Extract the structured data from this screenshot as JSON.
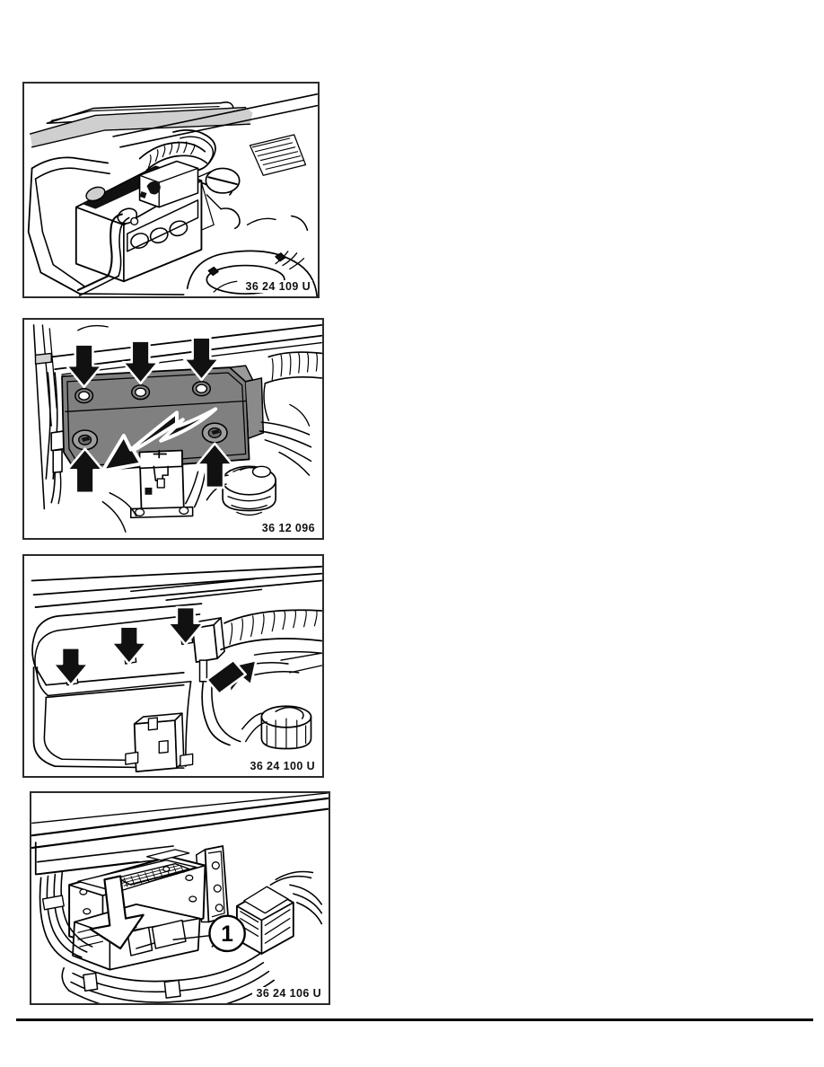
{
  "page": {
    "background_color": "#ffffff",
    "text_color": "#111111",
    "rule_color": "#000000"
  },
  "figures": [
    {
      "id": "fig-1",
      "name": "battery-in-trunk-illustration",
      "caption": "36 24 109 U",
      "description": "Line drawing of vehicle trunk area with battery, wiper arm and hose",
      "colors": {
        "line": "#000000",
        "shade": "#c8c8c8",
        "fill": "#ffffff"
      },
      "callouts": [],
      "arrows": []
    },
    {
      "id": "fig-2",
      "name": "control-module-bracket-illustration",
      "caption": "36 12 096",
      "description": "Grey mounting bracket panel with five fastener points indicated by arrows and a removal direction arrow",
      "colors": {
        "line": "#000000",
        "shade": "#808080",
        "fill": "#ffffff"
      },
      "callouts": [],
      "arrows": [
        {
          "name": "arrow-down-1",
          "direction": "down"
        },
        {
          "name": "arrow-down-2",
          "direction": "down"
        },
        {
          "name": "arrow-down-3",
          "direction": "down"
        },
        {
          "name": "arrow-up-1",
          "direction": "up"
        },
        {
          "name": "arrow-up-2",
          "direction": "up"
        },
        {
          "name": "arrow-removal-direction",
          "direction": "down-left"
        }
      ]
    },
    {
      "id": "fig-3",
      "name": "wiring-harness-clips-illustration",
      "caption": "36 24 100 U",
      "description": "Trunk wall with three harness clips marked by down arrows and one connector marked by a left arrow",
      "colors": {
        "line": "#000000",
        "shade": "#c8c8c8",
        "fill": "#ffffff"
      },
      "callouts": [],
      "arrows": [
        {
          "name": "arrow-down-1",
          "direction": "down"
        },
        {
          "name": "arrow-down-2",
          "direction": "down"
        },
        {
          "name": "arrow-down-3",
          "direction": "down"
        },
        {
          "name": "arrow-left-connector",
          "direction": "up-left"
        }
      ]
    },
    {
      "id": "fig-4",
      "name": "control-unit-connector-illustration",
      "caption": "36 24 106 U",
      "description": "Control unit in bracket with wiring loom and plug connector; item 1 identifies the locking tab",
      "colors": {
        "line": "#000000",
        "shade": "#d8d8d8",
        "fill": "#ffffff"
      },
      "callouts": [
        {
          "name": "callout-1",
          "label": "1"
        }
      ],
      "arrows": [
        {
          "name": "arrow-down-release",
          "direction": "down"
        }
      ]
    }
  ]
}
